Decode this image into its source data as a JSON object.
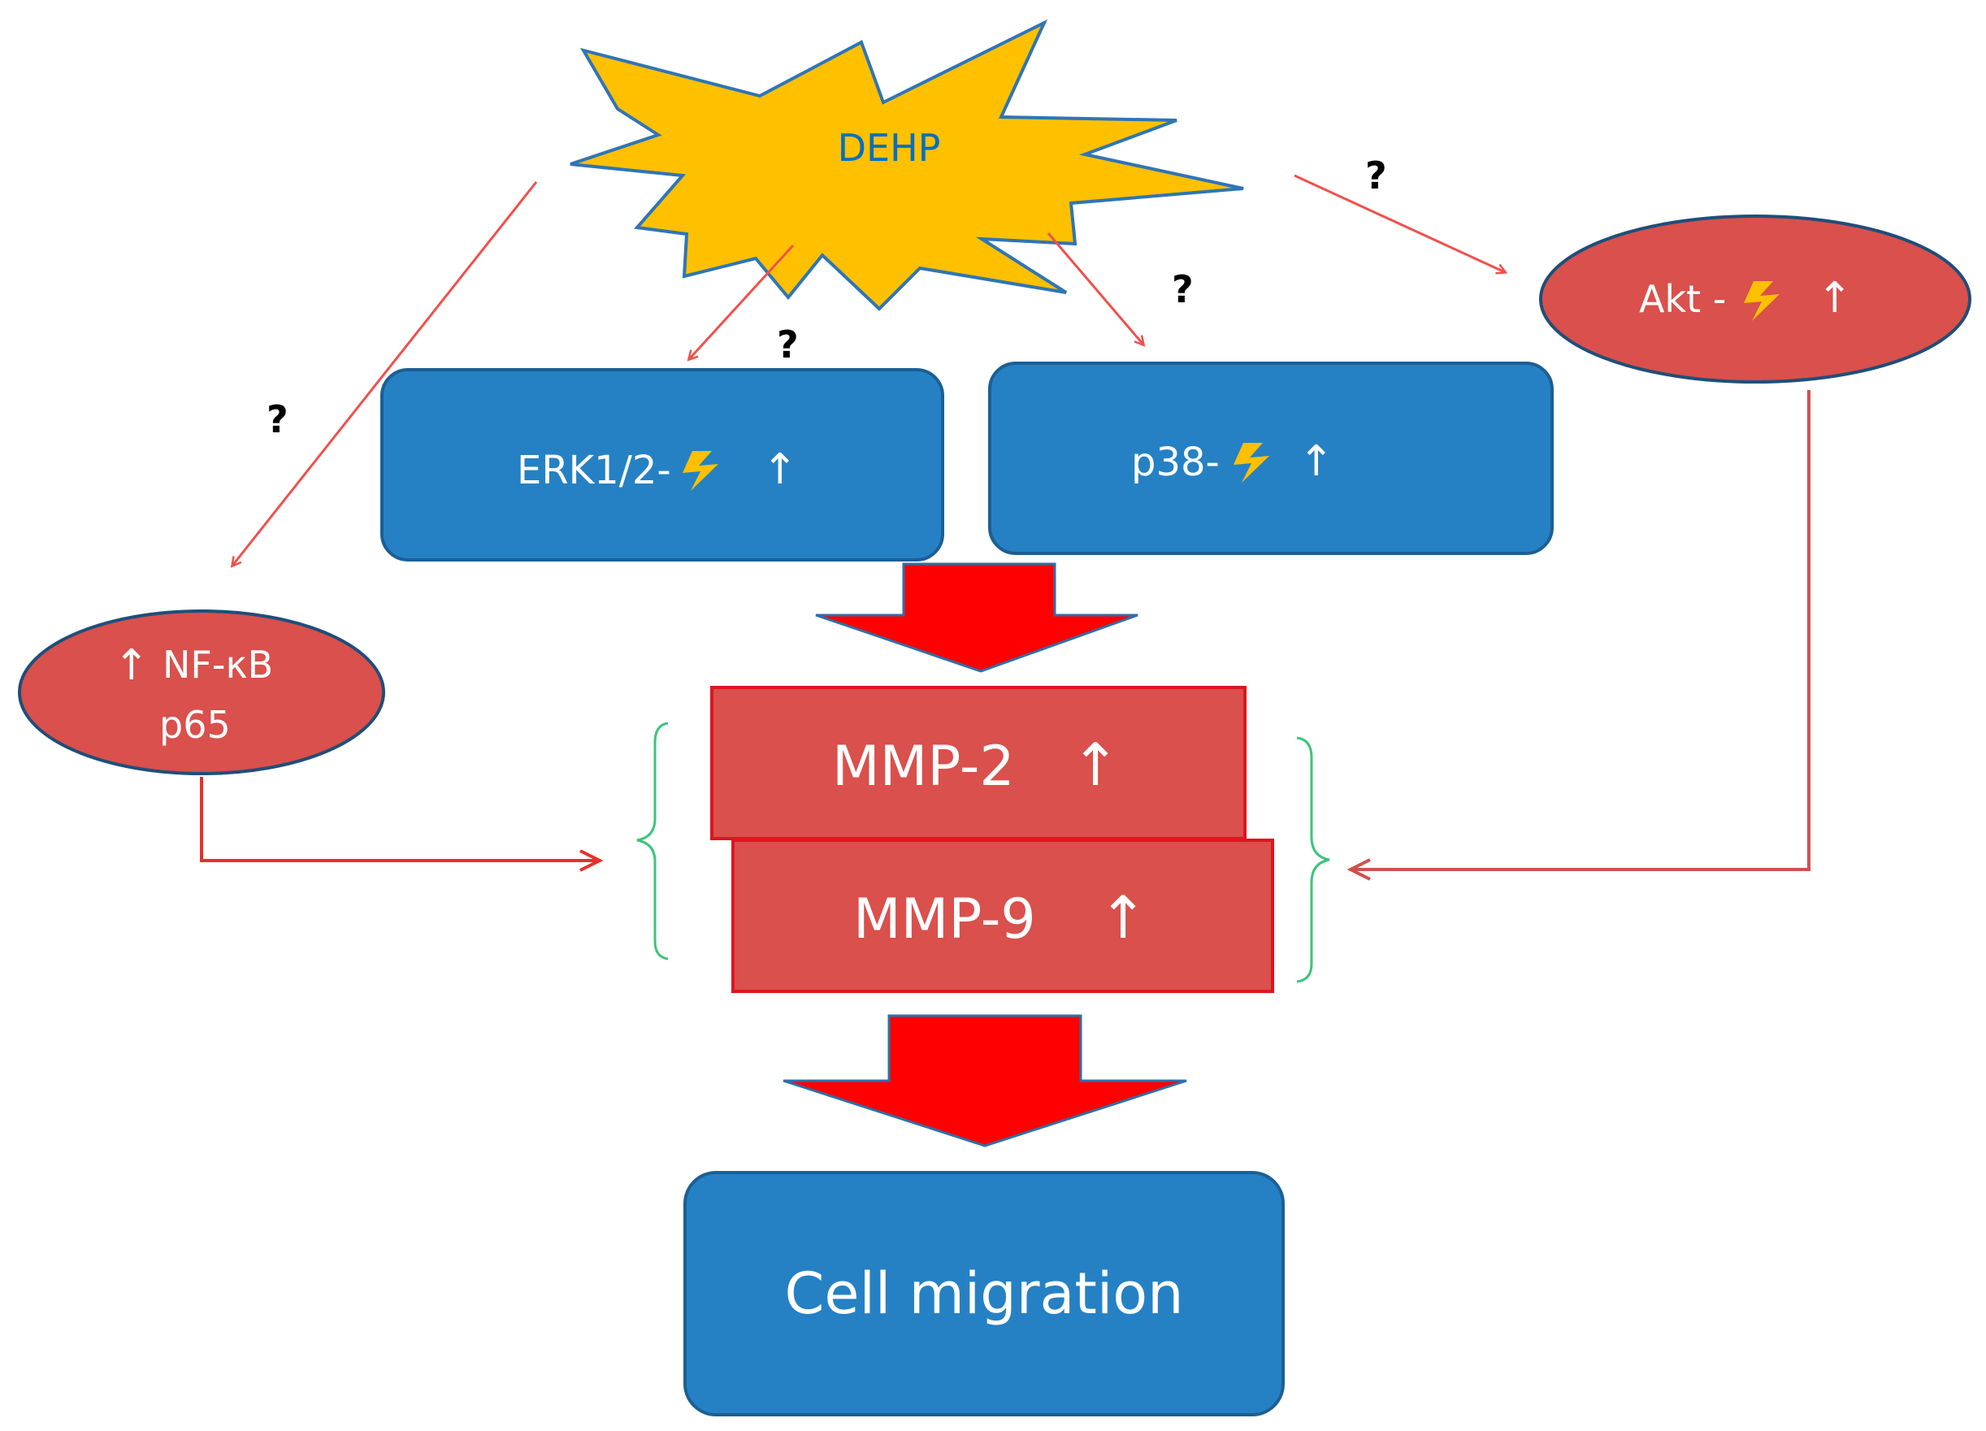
{
  "nodes": {
    "dehp": "DEHP",
    "erk": {
      "name": "ERK1/2-",
      "arrow": "↑"
    },
    "p38": {
      "name": "p38-",
      "arrow": "↑"
    },
    "akt": {
      "name": "Akt -",
      "arrow": "↑"
    },
    "nfkb": {
      "arrow": "↑",
      "line1": "NF-κB",
      "line2": "p65"
    },
    "mmp2": {
      "name": "MMP-2",
      "arrow": "↑"
    },
    "mmp9": {
      "name": "MMP-9",
      "arrow": "↑"
    },
    "migration": "Cell migration"
  },
  "question_mark": "?",
  "icons": {
    "phosphorylation": "lightning-bolt-icon",
    "increase": "up-arrow"
  },
  "colors": {
    "dehp_fill": "#FFC000",
    "dehp_stroke": "#2E75B6",
    "dehp_text": "#0070C0",
    "blue_box": "#2581C4",
    "red_node": "#D9504C",
    "red_arrow": "#FF0000",
    "thin_arrow": "#F0504C",
    "brace": "#3CC47A",
    "bolt": "#FFC000"
  }
}
